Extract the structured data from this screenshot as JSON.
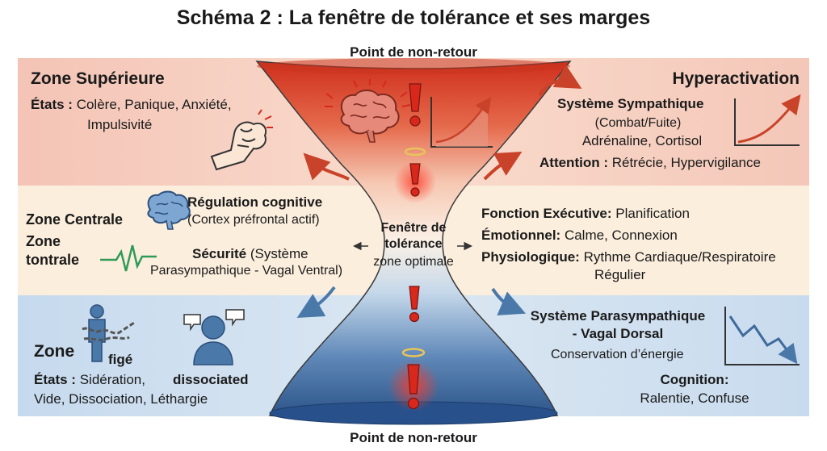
{
  "title": "Schéma 2 : La fenêtre de tolérance et ses marges",
  "point_top": "Point de non-retour",
  "point_bottom": "Point de non-retour",
  "upper_left": {
    "heading": "Zone Supérieure",
    "states_label": "États :",
    "states_line1": "Colère, Panique, Anxiété,",
    "states_line2": "Impulsivité"
  },
  "upper_right": {
    "heading": "Hyperactivation",
    "system": "Système Sympathique",
    "system_sub": "(Combat/Fuite)",
    "hormones": "Adrénaline, Cortisol",
    "attention_label": "Attention :",
    "attention_value": "Rétrécie, Hypervigilance"
  },
  "middle_left": {
    "heading_line1": "Zone Centrale",
    "heading_line2": "Zone",
    "heading_line3": "tontrale",
    "regulation_label": "Régulation cognitive",
    "regulation_sub": "(Cortex préfrontal actif)",
    "security_label": "Sécurité",
    "security_line1": "(Système",
    "security_line2": "Parasympathique - Vagal Ventral)"
  },
  "center": {
    "line1": "Fenêtre de",
    "line2": "tolérance",
    "line3": "zone optimale"
  },
  "middle_right": {
    "exec_label": "Fonction Exécutive:",
    "exec_value": "Planification",
    "emo_label": "Émotionnel:",
    "emo_value": "Calme, Connexion",
    "physio_label": "Physiologique:",
    "physio_value1": "Rythme Cardiaque/Respiratoire",
    "physio_value2": "Régulier"
  },
  "lower_left": {
    "heading": "Zone",
    "figure_label": "figé",
    "dissociated_label": "dissociated",
    "states_label": "États :",
    "states_line1": "Sidération,",
    "states_line2": "Vide, Dissociation, Léthargie"
  },
  "lower_right": {
    "system_line1": "Système Parasympathique",
    "system_line2": "- Vagal Dorsal",
    "conservation": "Conservation d’énergie",
    "cognition_label": "Cognition:",
    "cognition_value": "Ralentie, Confuse"
  },
  "colors": {
    "upper_band": "#f6d0c4",
    "middle_band": "#fbeedd",
    "lower_band": "#cfe0ef",
    "funnel_red": "#d9412b",
    "funnel_blue": "#2f5f95",
    "arrow_red": "#c9432a",
    "arrow_blue": "#4a78a8",
    "alert_red": "#d8281c"
  },
  "icons": [
    "brain-icon",
    "fist-icon",
    "chained-person-icon",
    "dissociated-person-icon",
    "heartbeat-icon",
    "rising-graph-icon",
    "falling-graph-icon",
    "alert-icon",
    "halo-icon"
  ]
}
